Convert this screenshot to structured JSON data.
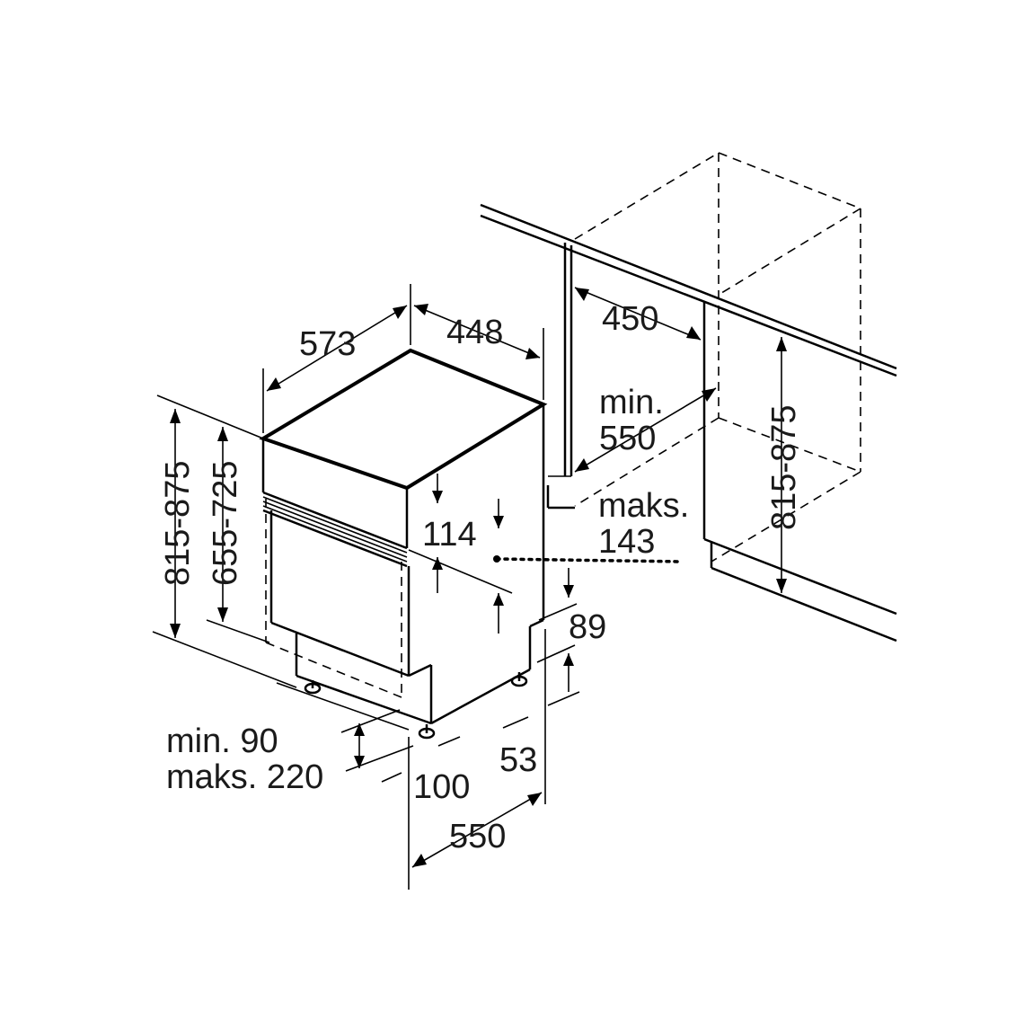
{
  "labels": {
    "width_total": "573",
    "width_top": "448",
    "depth_top": "450",
    "niche_min_label": "min.",
    "niche_min_value": "550",
    "niche_height": "815-875",
    "height_total": "815-875",
    "height_range": "655-725",
    "panel_114": "114",
    "max_label": "maks.",
    "max_value": "143",
    "dim_89": "89",
    "dim_53": "53",
    "dim_100": "100",
    "depth_bottom": "550",
    "plinth_min": "min. 90",
    "plinth_max": "maks. 220"
  },
  "colors": {
    "line": "#000000",
    "text": "#1a1a1a",
    "background": "#ffffff"
  }
}
